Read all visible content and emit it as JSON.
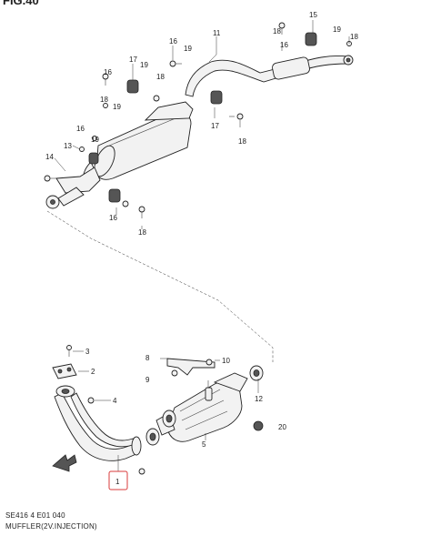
{
  "header": {
    "fig_label": "FIG.40"
  },
  "caption": {
    "code": "SE416 4 E01 040",
    "title": "MUFFLER(2V.INJECTION)"
  },
  "callouts": {
    "c1": "1",
    "c2": "2",
    "c3": "3",
    "c4": "4",
    "c5": "5",
    "c8": "8",
    "c9": "9",
    "c10": "10",
    "c11": "11",
    "c12": "12",
    "c13": "13",
    "c14": "14",
    "c15": "15",
    "c16a": "16",
    "c16b": "16",
    "c16c": "16",
    "c17a": "17",
    "c17b": "17",
    "c18a": "18",
    "c18b": "18",
    "c18c": "18",
    "c18d": "18",
    "c18e": "18",
    "c18f": "18",
    "c19a": "19",
    "c19b": "19",
    "c19c": "19",
    "c19d": "19",
    "c19e": "19",
    "c20": "20"
  },
  "highlight": {
    "callout": "1",
    "color": "#d93b3b"
  }
}
